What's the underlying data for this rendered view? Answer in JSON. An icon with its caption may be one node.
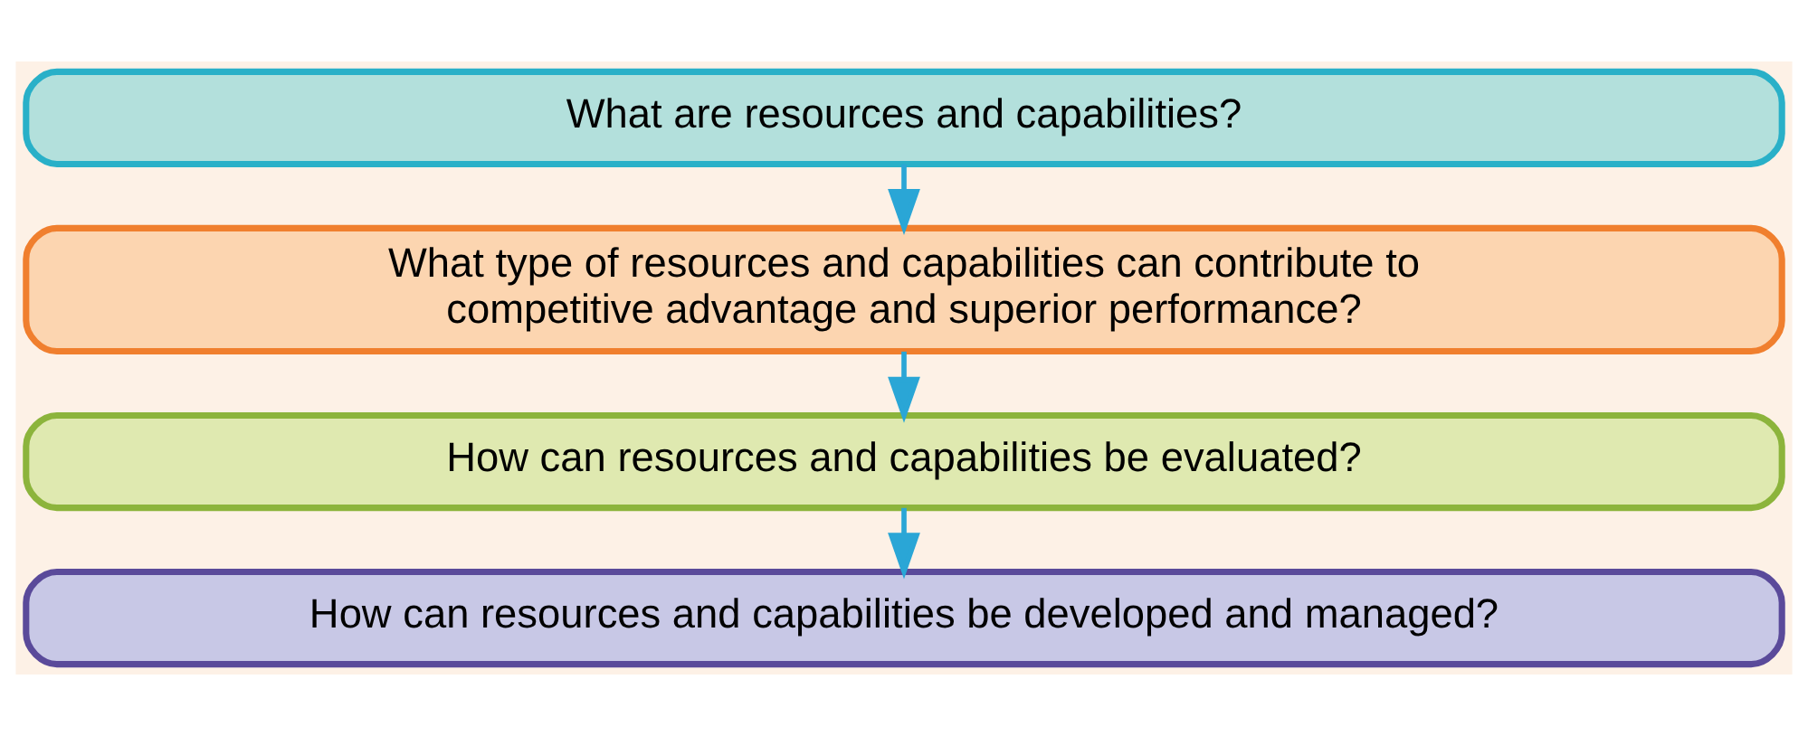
{
  "diagram": {
    "nodes": [
      {
        "text": [
          "What are resources and capabilities?"
        ]
      },
      {
        "text": [
          "What type of resources and capabilities can contribute to competitive advantage and superior performance?"
        ]
      },
      {
        "text": [
          "How can resources and capabilities be evaluated?"
        ]
      },
      {
        "text": [
          "How can resources and capabilities be developed and managed?"
        ]
      }
    ],
    "edges": [
      {
        "from": 0,
        "to": 1,
        "arrow": "to"
      },
      {
        "from": 1,
        "to": 2,
        "arrow": "to"
      },
      {
        "from": 2,
        "to": 3,
        "arrow": "to"
      }
    ]
  }
}
